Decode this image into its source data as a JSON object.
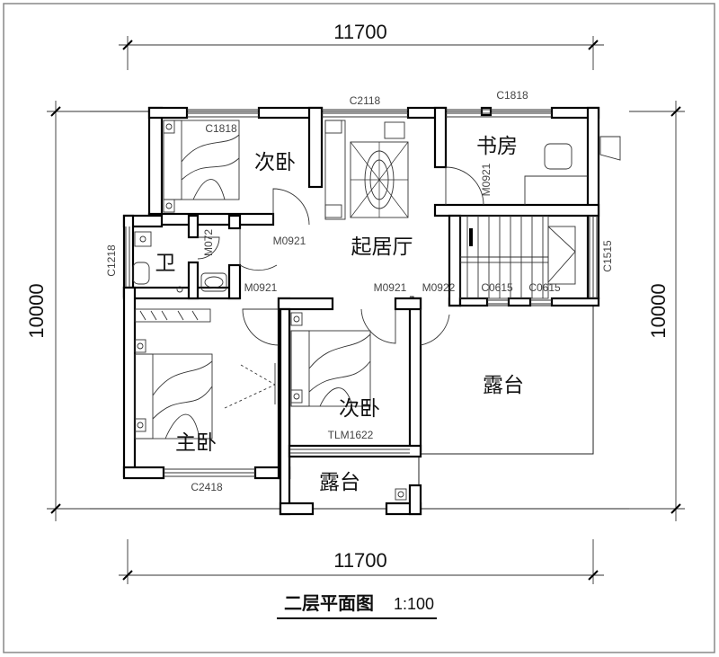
{
  "dimensions": {
    "top_width": "11700",
    "bottom_width": "11700",
    "left_height": "10000",
    "right_height": "10000"
  },
  "rooms": {
    "bedroom_nw": "次卧",
    "study": "书房",
    "living": "起居厅",
    "bathroom": "卫",
    "master_bedroom": "主卧",
    "bedroom_center": "次卧",
    "terrace_large": "露台",
    "terrace_small": "露台"
  },
  "labels": {
    "c1818_bedroom": "C1818",
    "c2118": "C2118",
    "c1818_study": "C1818",
    "m0921_bedroom": "M0921",
    "m0921_study": "M0921",
    "m072": "M072",
    "c1218": "C1218",
    "m0921_master": "M0921",
    "m0921_center": "M0921",
    "m0922": "M0922",
    "c0615_a": "C0615",
    "c0615_b": "C0615",
    "c1515": "C1515",
    "tlm1622": "TLM1622",
    "c2418": "C2418"
  },
  "caption": {
    "title": "二层平面图",
    "scale": "1:100"
  }
}
